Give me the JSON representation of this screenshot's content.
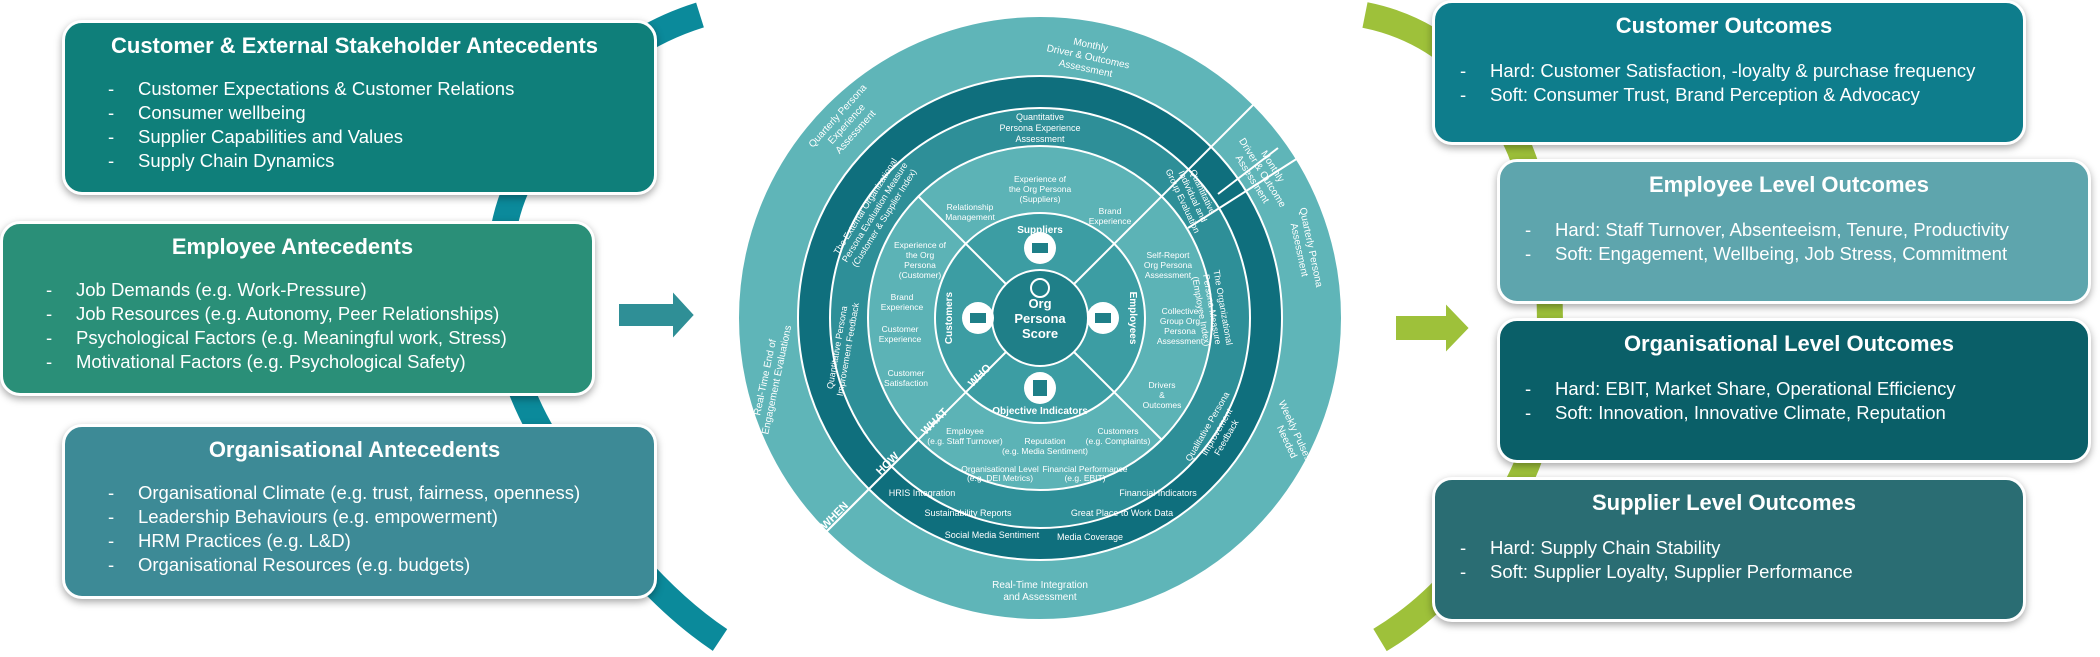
{
  "left_boxes": [
    {
      "title": "Customer & External Stakeholder Antecedents",
      "items": [
        "Customer Expectations & Customer Relations",
        "Consumer wellbeing",
        "Supplier Capabilities and Values",
        "Supply Chain Dynamics"
      ],
      "color": "#0f7f7a"
    },
    {
      "title": "Employee Antecedents",
      "items": [
        "Job Demands (e.g. Work-Pressure)",
        "Job Resources (e.g. Autonomy, Peer Relationships)",
        "Psychological Factors (e.g. Meaningful work, Stress)",
        "Motivational Factors (e.g. Psychological Safety)"
      ],
      "color": "#2a8f78"
    },
    {
      "title": "Organisational Antecedents",
      "items": [
        "Organisational Climate (e.g. trust, fairness, openness)",
        "Leadership Behaviours (e.g. empowerment)",
        "HRM Practices (e.g. L&D)",
        "Organisational Resources (e.g. budgets)"
      ],
      "color": "#3d8a96"
    }
  ],
  "right_boxes": [
    {
      "title": "Customer Outcomes",
      "items": [
        "Hard: Customer Satisfaction, -loyalty & purchase frequency",
        "Soft: Consumer Trust, Brand Perception & Advocacy"
      ],
      "color": "#0e7d8c"
    },
    {
      "title": "Employee Level Outcomes",
      "items": [
        "Hard: Staff Turnover, Absenteeism, Tenure, Productivity",
        "Soft: Engagement, Wellbeing, Job Stress, Commitment"
      ],
      "color": "#5ea5ad"
    },
    {
      "title": "Organisational Level Outcomes",
      "items": [
        "Hard: EBIT, Market Share, Operational Efficiency",
        "Soft: Innovation, Innovative Climate, Reputation"
      ],
      "color": "#0a5f68"
    },
    {
      "title": "Supplier Level Outcomes",
      "items": [
        "Hard: Supply Chain Stability",
        "Soft: Supplier Loyalty, Supplier Performance"
      ],
      "color": "#2a6d73"
    }
  ],
  "wheel": {
    "center": [
      "Org",
      "Persona",
      "Score"
    ],
    "quadrants": {
      "top": "Suppliers",
      "left": "Customers",
      "right": "Employees",
      "bottom": "Objective Indicators"
    },
    "axis_labels": {
      "who": "WHO",
      "what": "WHAT",
      "how": "HOW",
      "when": "WHEN"
    },
    "ring3": {
      "top": [
        "Experience of",
        "the Org Persona",
        "(Suppliers)"
      ],
      "top_left": [
        "Relationship",
        "Management"
      ],
      "top_right": [
        "Brand",
        "Experience"
      ],
      "left_top": [
        "Experience of",
        "the Org",
        "Persona",
        "(Customer)"
      ],
      "left_mid": [
        "Brand",
        "Experience"
      ],
      "left_low": [
        "Customer",
        "Experience"
      ],
      "left_bottom": [
        "Customer",
        "Satisfaction"
      ],
      "right_top": [
        "Self-Report",
        "Org Persona",
        "Assessment"
      ],
      "right_mid": [
        "Collective",
        "Group Org",
        "Persona",
        "Assessment"
      ],
      "right_bottom": [
        "Drivers",
        "&",
        "Outcomes"
      ],
      "bottom_left": [
        "Employee",
        "(e.g. Staff Turnover)"
      ],
      "bottom_mid": [
        "Reputation",
        "(e.g. Media Sentiment)"
      ],
      "bottom_right": [
        "Customers",
        "(e.g. Complaints)"
      ],
      "bottom_low_left": [
        "Organisational Level",
        "(e.g. DEI Metrics)"
      ],
      "bottom_low_right": [
        "Financial Performance",
        "(e.g. EBIT)"
      ]
    },
    "ring4": {
      "top": [
        "Quantitative",
        "Persona Experience",
        "Assessment"
      ],
      "left": [
        "The External Organizational",
        "Persona Evaluation Measure",
        "(Customer & Supplier Index)"
      ],
      "left_low": [
        "Quantitative Persona",
        "Improvement Feedback"
      ],
      "right": [
        "Quantitative",
        "Individual and",
        "Group Evaluation"
      ],
      "right_low": [
        "The Organizational",
        "Persona Measure",
        "(Employee Index)"
      ],
      "right_bottom": [
        "Qualitative Persona",
        "Improvement",
        "Feedback"
      ],
      "bottom": [
        "HRIS Integration",
        "Financial Indicators",
        "Sustainability Reports",
        "Great Place to Work Data",
        "Social Media Sentiment",
        "Media Coverage"
      ]
    },
    "ring5": {
      "top": [
        "Monthly",
        "Driver & Outcomes",
        "Assessment"
      ],
      "top_left": [
        "Quarterly Persona",
        "Experience",
        "Assessment"
      ],
      "top_right": [
        "Monthly",
        "Driver & Outcome",
        "Assessment"
      ],
      "right": [
        "Quarterly Persona",
        "Assessment"
      ],
      "right_low": [
        "Weekly Pulses as",
        "Needed"
      ],
      "left": [
        "Real-Time End of",
        "Engagement Evaluations"
      ],
      "bottom": [
        "Real-Time Integration",
        "and Assessment"
      ]
    }
  },
  "colors": {
    "teal_connector": "#0b8a9b",
    "green_connector": "#9ec13a",
    "arrow_teal": "#2f8f96",
    "arrow_green": "#9ec13a"
  }
}
